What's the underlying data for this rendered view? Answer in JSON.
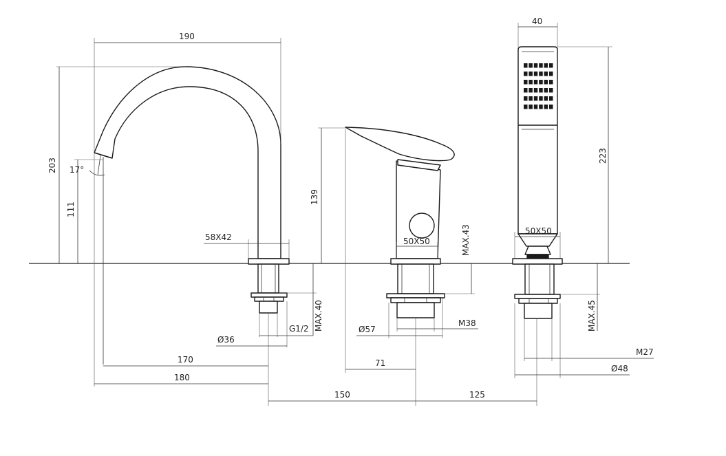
{
  "labels": {
    "spout_width": "190",
    "spout_height": "203",
    "spout_angle": "17°",
    "spout_outlet_height": "111",
    "spout_base": "58X42",
    "spout_max_deck": "MAX.40",
    "spout_thread": "G1/2",
    "spout_dia": "Ø36",
    "spout_reach_170": "170",
    "spout_reach_180": "180",
    "mixer_height": "139",
    "mixer_base": "50X50",
    "mixer_max_deck": "MAX.43",
    "mixer_dia": "Ø57",
    "mixer_thread": "M38",
    "mixer_lever_reach": "71",
    "spacing_left": "150",
    "spacing_right": "125",
    "shower_width": "40",
    "shower_height": "223",
    "shower_base": "50X50",
    "shower_max_deck": "MAX.45",
    "shower_thread": "M27",
    "shower_dia": "Ø48"
  }
}
